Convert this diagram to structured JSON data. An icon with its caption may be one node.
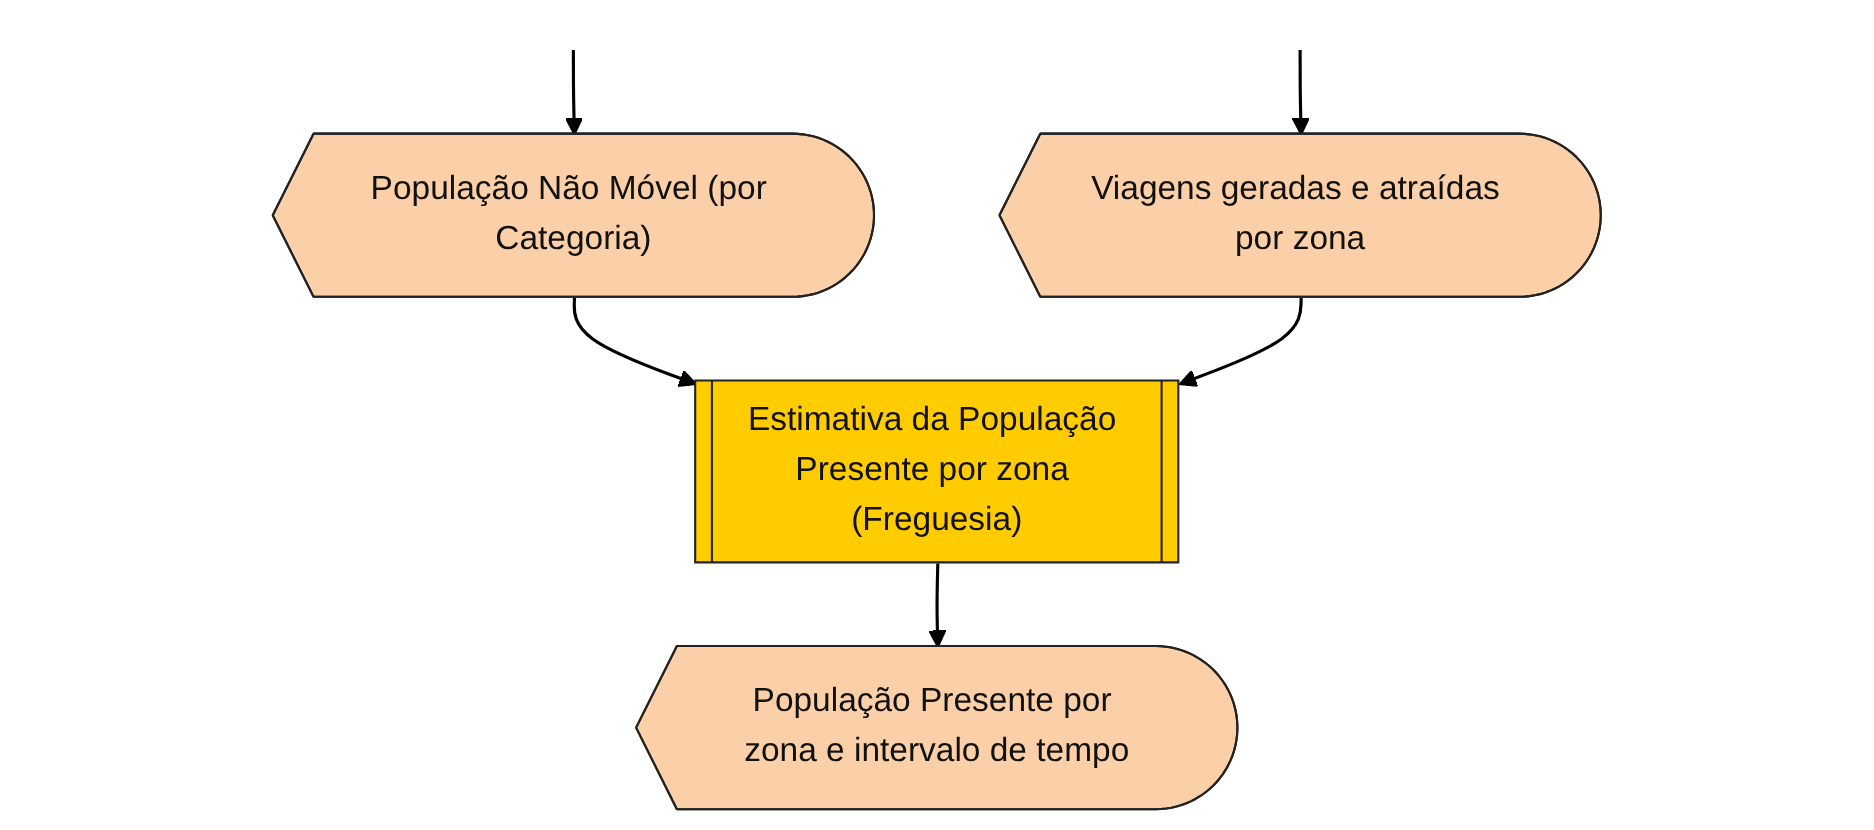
{
  "diagram": {
    "nodes": [
      {
        "text": [
          "População Não Móvel (por Categoria)"
        ]
      },
      {
        "text": [
          "Estimativa da População Presente por zona (Freguesia)"
        ]
      },
      {
        "text": [
          "Viagens geradas e atraídas por zona"
        ]
      },
      {
        "text": [
          "População Presente por zona e intervalo de tempo"
        ]
      }
    ],
    "edges": [
      {
        "from": null,
        "to": 0,
        "arrow": "to"
      },
      {
        "from": 0,
        "to": 1,
        "arrow": "to"
      },
      {
        "from": null,
        "to": 2,
        "arrow": "to"
      },
      {
        "from": 2,
        "to": 1,
        "arrow": "to"
      },
      {
        "from": 1,
        "to": 3,
        "arrow": "to"
      }
    ]
  }
}
